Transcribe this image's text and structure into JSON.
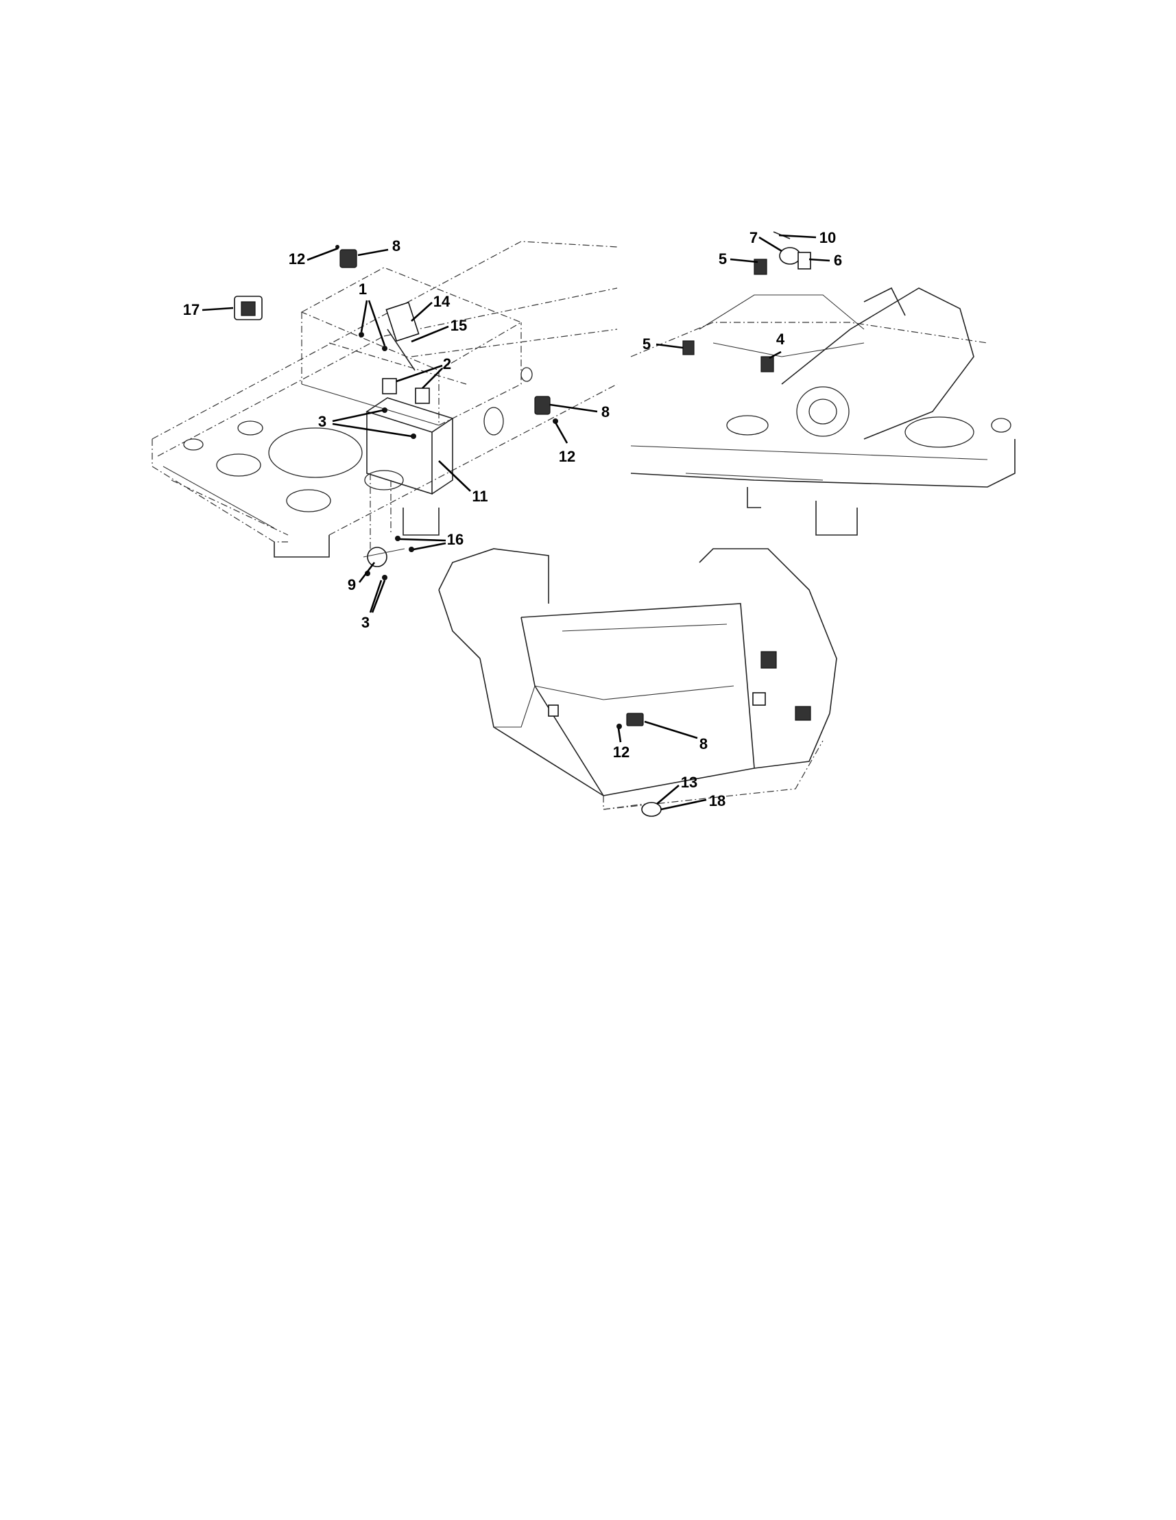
{
  "callouts": [
    {
      "id": "c1",
      "label": "1"
    },
    {
      "id": "c2",
      "label": "2"
    },
    {
      "id": "c3a",
      "label": "3"
    },
    {
      "id": "c3b",
      "label": "3"
    },
    {
      "id": "c4",
      "label": "4"
    },
    {
      "id": "c5a",
      "label": "5"
    },
    {
      "id": "c5b",
      "label": "5"
    },
    {
      "id": "c6",
      "label": "6"
    },
    {
      "id": "c7",
      "label": "7"
    },
    {
      "id": "c8a",
      "label": "8"
    },
    {
      "id": "c8b",
      "label": "8"
    },
    {
      "id": "c8c",
      "label": "8"
    },
    {
      "id": "c9",
      "label": "9"
    },
    {
      "id": "c10",
      "label": "10"
    },
    {
      "id": "c11",
      "label": "11"
    },
    {
      "id": "c12a",
      "label": "12"
    },
    {
      "id": "c12b",
      "label": "12"
    },
    {
      "id": "c12c",
      "label": "12"
    },
    {
      "id": "c13",
      "label": "13"
    },
    {
      "id": "c14",
      "label": "14"
    },
    {
      "id": "c15",
      "label": "15"
    },
    {
      "id": "c16",
      "label": "16"
    },
    {
      "id": "c17",
      "label": "17"
    },
    {
      "id": "c18",
      "label": "18"
    }
  ]
}
